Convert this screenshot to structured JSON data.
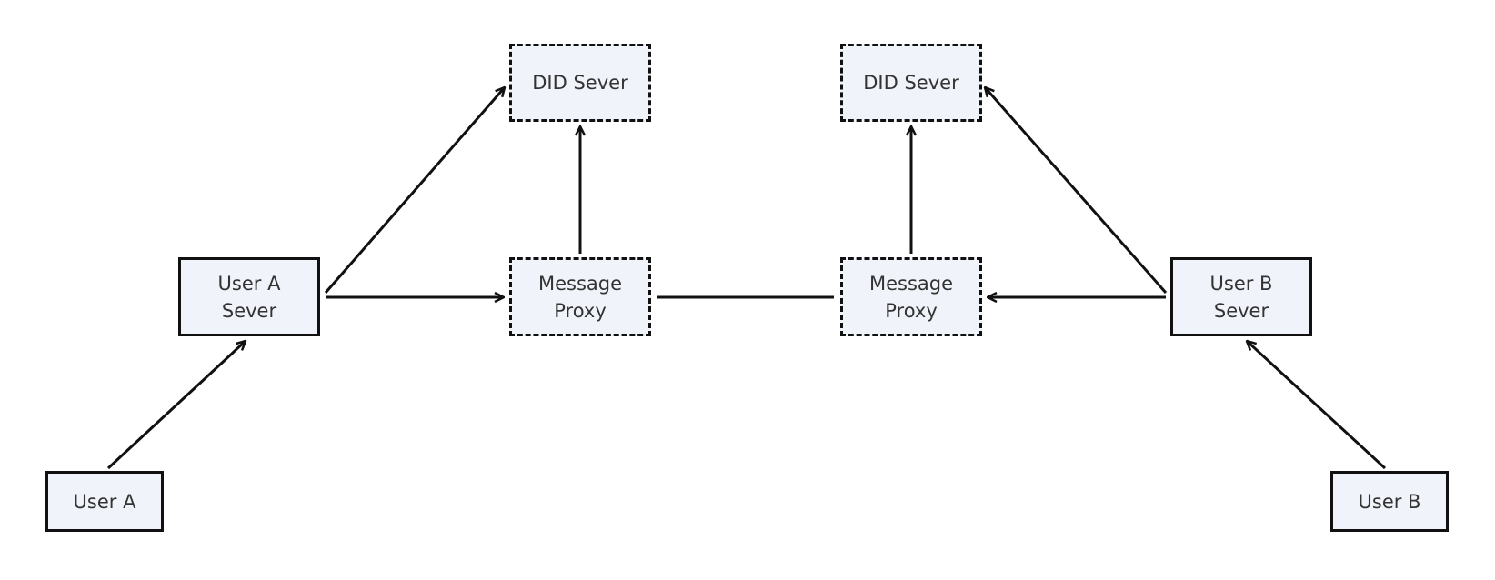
{
  "diagram": {
    "nodes": {
      "user_a": "User A",
      "user_a_server": "User A Sever",
      "message_proxy_left": "Message Proxy",
      "did_server_left": "DID Sever",
      "did_server_right": "DID Sever",
      "message_proxy_right": "Message Proxy",
      "user_b_server": "User B Sever",
      "user_b": "User B"
    },
    "edges": [
      {
        "from": "user_a",
        "to": "user_a_server",
        "arrow": "end"
      },
      {
        "from": "user_a_server",
        "to": "did_server_left",
        "arrow": "end"
      },
      {
        "from": "user_a_server",
        "to": "message_proxy_left",
        "arrow": "end"
      },
      {
        "from": "message_proxy_left",
        "to": "did_server_left",
        "arrow": "end"
      },
      {
        "from": "message_proxy_left",
        "to": "message_proxy_right",
        "arrow": "none"
      },
      {
        "from": "message_proxy_right",
        "to": "did_server_right",
        "arrow": "end"
      },
      {
        "from": "user_b_server",
        "to": "did_server_right",
        "arrow": "end"
      },
      {
        "from": "user_b_server",
        "to": "message_proxy_right",
        "arrow": "end"
      },
      {
        "from": "user_b",
        "to": "user_b_server",
        "arrow": "end"
      }
    ],
    "colors": {
      "node_fill": "#f0f3fa",
      "node_border": "#111111",
      "text": "#333333",
      "edge": "#111111"
    }
  }
}
